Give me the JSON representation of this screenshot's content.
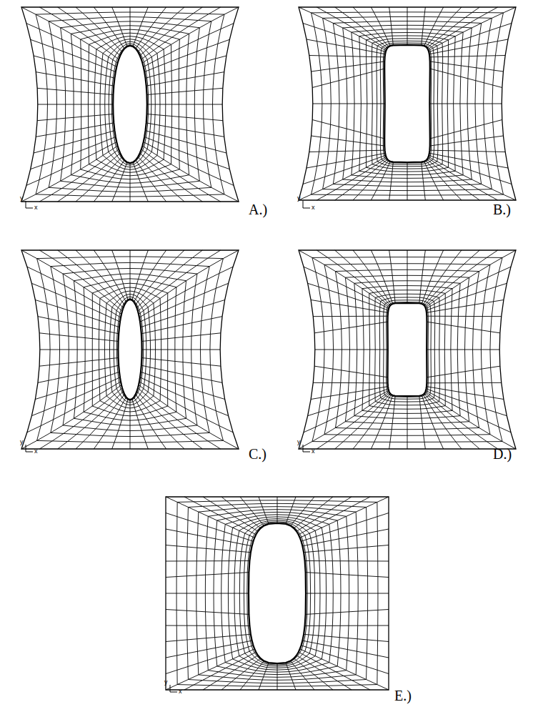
{
  "diagram": {
    "labels": [
      "y",
      "x",
      "A.)",
      "y",
      "x",
      "B.)",
      "y",
      "x",
      "C.)",
      "y",
      "x",
      "D.)",
      "y",
      "x",
      "E.)"
    ]
  }
}
